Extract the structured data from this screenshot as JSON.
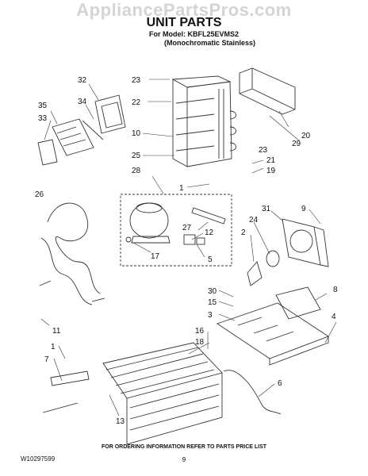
{
  "watermark": "AppliancePartsPros.com",
  "title": "UNIT PARTS",
  "model_line": "For Model: KBFL25EVMS2",
  "model_desc": "(Monochromatic Stainless)",
  "footer": "FOR ORDERING INFORMATION REFER TO PARTS PRICE LIST",
  "doc_number": "W10297599",
  "page_number": "9",
  "callouts": [
    "32",
    "23",
    "22",
    "34",
    "35",
    "33",
    "10",
    "25",
    "28",
    "20",
    "29",
    "23",
    "21",
    "19",
    "1",
    "9",
    "31",
    "24",
    "26",
    "27",
    "12",
    "2",
    "17",
    "5",
    "30",
    "8",
    "15",
    "3",
    "4",
    "11",
    "16",
    "18",
    "1",
    "7",
    "6",
    "13"
  ]
}
